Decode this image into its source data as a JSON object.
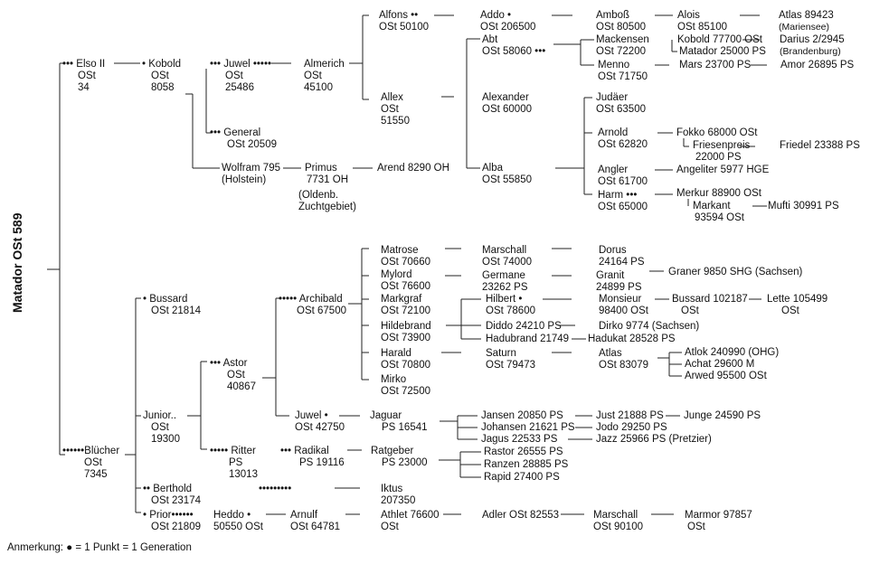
{
  "root": "Matador OSt 589",
  "note": "Anmerkung: ● = 1 Punkt = 1 Generation",
  "nodes": {
    "elso": [
      "••• Elso II",
      "OSt",
      "34"
    ],
    "kobold": [
      "• Kobold",
      "OSt",
      "8058"
    ],
    "juwel1": [
      "••• Juwel •••••",
      "OSt",
      "25486"
    ],
    "almerich": [
      "Almerich",
      "OSt",
      "45100"
    ],
    "alfons": [
      "Alfons ••",
      "OSt 50100"
    ],
    "addo": [
      "Addo  •",
      "OSt 206500"
    ],
    "amboss": [
      "Amboß",
      "OSt 80500"
    ],
    "alois": [
      "Alois",
      "OSt 85100"
    ],
    "atlas1": [
      "Atlas 89423",
      "(Mariensee)"
    ],
    "abt": [
      "Abt",
      "OSt 58060 •••"
    ],
    "mackensen": [
      "Mackensen",
      "OSt 72200"
    ],
    "kobold2": [
      "Kobold 77700 OSt"
    ],
    "matador2": [
      "Matador 25000 PS"
    ],
    "darius": [
      "Darius 2/2945",
      "(Brandenburg)"
    ],
    "menno": [
      "Menno",
      "OSt 71750"
    ],
    "mars": [
      "Mars 23700 PS"
    ],
    "amor": [
      "Amor 26895 PS"
    ],
    "allex": [
      "Allex",
      "OSt",
      "51550"
    ],
    "alexander": [
      "Alexander",
      "OSt 60000"
    ],
    "judaer": [
      "Judäer",
      "OSt 63500"
    ],
    "general": [
      "••• General",
      "OSt 20509"
    ],
    "arnold": [
      "Arnold",
      "OSt 62820"
    ],
    "fokko": [
      "Fokko 68000 OSt"
    ],
    "friesenpreis": [
      "Friesenpreis",
      "22000 PS"
    ],
    "friedel": [
      "Friedel 23388 PS"
    ],
    "wolfram": [
      "Wolfram 795",
      "(Holstein)"
    ],
    "primus": [
      "Primus",
      "7731 OH"
    ],
    "oldenb": [
      "(Oldenb.",
      "Zuchtgebiet)"
    ],
    "arend": [
      "Arend 8290 OH"
    ],
    "alba": [
      "Alba",
      "OSt 55850"
    ],
    "angler": [
      "Angler",
      "OSt 61700"
    ],
    "angeliter": [
      "Angeliter 5977 HGE"
    ],
    "harm": [
      "Harm   •••",
      "OSt 65000"
    ],
    "merkur": [
      "Merkur 88900 OSt"
    ],
    "markant": [
      "Markant",
      "93594 OSt"
    ],
    "mufti": [
      "Mufti 30991 PS"
    ],
    "matrose": [
      "Matrose",
      "OSt 70660"
    ],
    "marschall1": [
      "Marschall",
      "OSt 74000"
    ],
    "dorus": [
      "Dorus",
      "24164 PS"
    ],
    "mylord": [
      "Mylord",
      "OSt 76600"
    ],
    "germane": [
      "Germane",
      "23262 PS"
    ],
    "granit": [
      "Granit",
      "24899 PS"
    ],
    "graner": [
      "Graner 9850 SHG (Sachsen)"
    ],
    "bussard1": [
      "• Bussard",
      "OSt 21814"
    ],
    "archibald": [
      "••••• Archibald",
      "OSt 67500"
    ],
    "markgraf": [
      "Markgraf",
      "OSt 72100"
    ],
    "hilbert": [
      "Hilbert  •",
      "OSt 78600"
    ],
    "monsieur": [
      "Monsieur",
      "98400 OSt"
    ],
    "bussard2": [
      "Bussard 102187",
      "OSt"
    ],
    "lette": [
      "Lette 105499",
      "OSt"
    ],
    "hildebrand": [
      "Hildebrand",
      "OSt 73900"
    ],
    "diddo": [
      "Diddo 24210 PS"
    ],
    "dirko": [
      "Dirko 9774 (Sachsen)"
    ],
    "hadubrand": [
      "Hadubrand 21749"
    ],
    "hadukat": [
      "Hadukat 28528 PS"
    ],
    "astor": [
      "••• Astor",
      "OSt",
      "40867"
    ],
    "harald": [
      "Harald",
      "OSt 70800"
    ],
    "saturn": [
      "Saturn",
      "OSt 79473"
    ],
    "atlas2": [
      "Atlas",
      "OSt 83079"
    ],
    "atlok": [
      "Atlok 240990 (OHG)"
    ],
    "achat": [
      "Achat 29600 M"
    ],
    "arwed": [
      "Arwed 95500 OSt"
    ],
    "mirko": [
      "Mirko",
      "OSt 72500"
    ],
    "junior": [
      "Junior..",
      "OSt",
      "19300"
    ],
    "juwel2": [
      "Juwel •",
      "OSt 42750"
    ],
    "jaguar": [
      "Jaguar",
      "PS 16541"
    ],
    "jansen": [
      "Jansen 20850 PS"
    ],
    "just": [
      "Just 21888 PS"
    ],
    "junge": [
      "Junge 24590 PS"
    ],
    "johansen": [
      "Johansen 21621 PS"
    ],
    "jodo": [
      "Jodo 29250 PS"
    ],
    "jagus": [
      "Jagus 22533 PS"
    ],
    "jazz": [
      "Jazz 25966 PS (Pretzier)"
    ],
    "bluecher": [
      "••••••Blücher",
      "OSt",
      "7345"
    ],
    "ritter": [
      "••••• Ritter",
      "PS",
      "13013"
    ],
    "radikal": [
      "•••  Radikal",
      "PS 19116"
    ],
    "ratgeber": [
      "Ratgeber",
      "PS 23000"
    ],
    "rastor": [
      "Rastor 26555 PS"
    ],
    "ranzen": [
      "Ranzen 28885 PS"
    ],
    "rapid": [
      "Rapid  27400 PS"
    ],
    "berthold": [
      "•• Berthold",
      "OSt 23174"
    ],
    "bdots": [
      "•••••••••"
    ],
    "iktus": [
      "Iktus",
      "207350"
    ],
    "prior": [
      "• Prior••••••",
      "OSt 21809"
    ],
    "heddo": [
      "Heddo •",
      "50550 OSt"
    ],
    "arnulf": [
      "Arnulf",
      "OSt 64781"
    ],
    "athlet": [
      "Athlet 76600",
      "OSt"
    ],
    "adler": [
      "Adler OSt 82553"
    ],
    "marschall2": [
      "Marschall",
      "OSt 90100"
    ],
    "marmor": [
      "Marmor 97857",
      "OSt"
    ]
  }
}
